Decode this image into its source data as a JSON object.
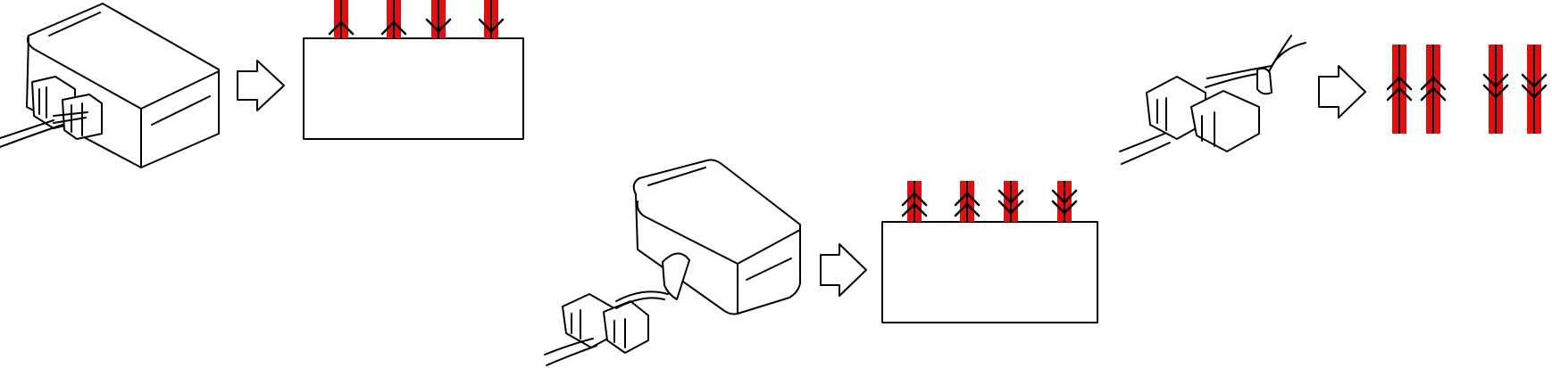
{
  "diagram": {
    "ink_color": "#000000",
    "wire_color": "#e01010",
    "background": "#ffffff",
    "panels": [
      {
        "id": "panel-1",
        "unit": "relay-box",
        "connector": "single-side-connector",
        "result_wires": [
          "up-single",
          "up-single",
          "down-single",
          "down-single"
        ]
      },
      {
        "id": "panel-2",
        "unit": "relay-box",
        "connector": "cable-connector-pair",
        "result_wires": [
          "up-double",
          "up-double",
          "down-double",
          "down-double"
        ]
      },
      {
        "id": "panel-3",
        "unit": "none",
        "connector": "cable-connector-pair",
        "result_wires": [
          "up-double",
          "up-double",
          "down-double",
          "down-double"
        ]
      }
    ],
    "icons": [
      "relay-box-icon",
      "connector-icon",
      "right-arrow-icon",
      "wire-arrow-icon"
    ]
  }
}
